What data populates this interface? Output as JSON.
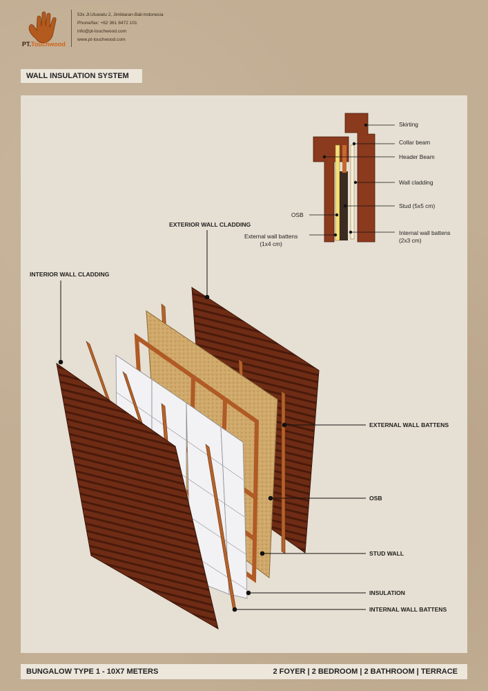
{
  "company": {
    "logo_prefix": "PT.",
    "logo_name": "Touchwood",
    "address": "53x Jl.Uluwatu 2, Jimbiaran-Bali-Indonesia",
    "phone": "Phone/fax: +62 361 8472 101",
    "email": "info@pt-touchwood.com",
    "website": "www.pt-touchwood.com"
  },
  "title": "WALL INSULATION SYSTEM",
  "detail_labels": {
    "skirting": "Skirting",
    "collar_beam": "Collar beam",
    "header_beam": "Header Beam",
    "wall_cladding": "Wall cladding",
    "stud": "Stud (5x5 cm)",
    "osb": "OSB",
    "external_battens_1": "External wall battens",
    "external_battens_2": "(1x4 cm)",
    "internal_battens_1": "Internal wall battens",
    "internal_battens_2": "(2x3 cm)"
  },
  "layers": {
    "exterior_cladding": "EXTERIOR WALL CLADDING",
    "interior_cladding": "INTERIOR WALL CLADDING",
    "external_battens": "EXTERNAL WALL BATTENS",
    "osb": "OSB",
    "stud_wall": "STUD WALL",
    "insulation": "INSULATION",
    "internal_battens": "INTERNAL WALL BATTENS"
  },
  "footer": {
    "left": "BUNGALOW TYPE 1 - 10X7 METERS",
    "right": "2 FOYER | 2 BEDROOM | 2 BATHROOM | TERRACE"
  },
  "colors": {
    "cladding": "#6b2a14",
    "batten": "#b5632a",
    "osb": "#cfa86a",
    "insulation": "#f2f2f4",
    "panel": "#e6dfd3",
    "background": "#c2ae93"
  }
}
